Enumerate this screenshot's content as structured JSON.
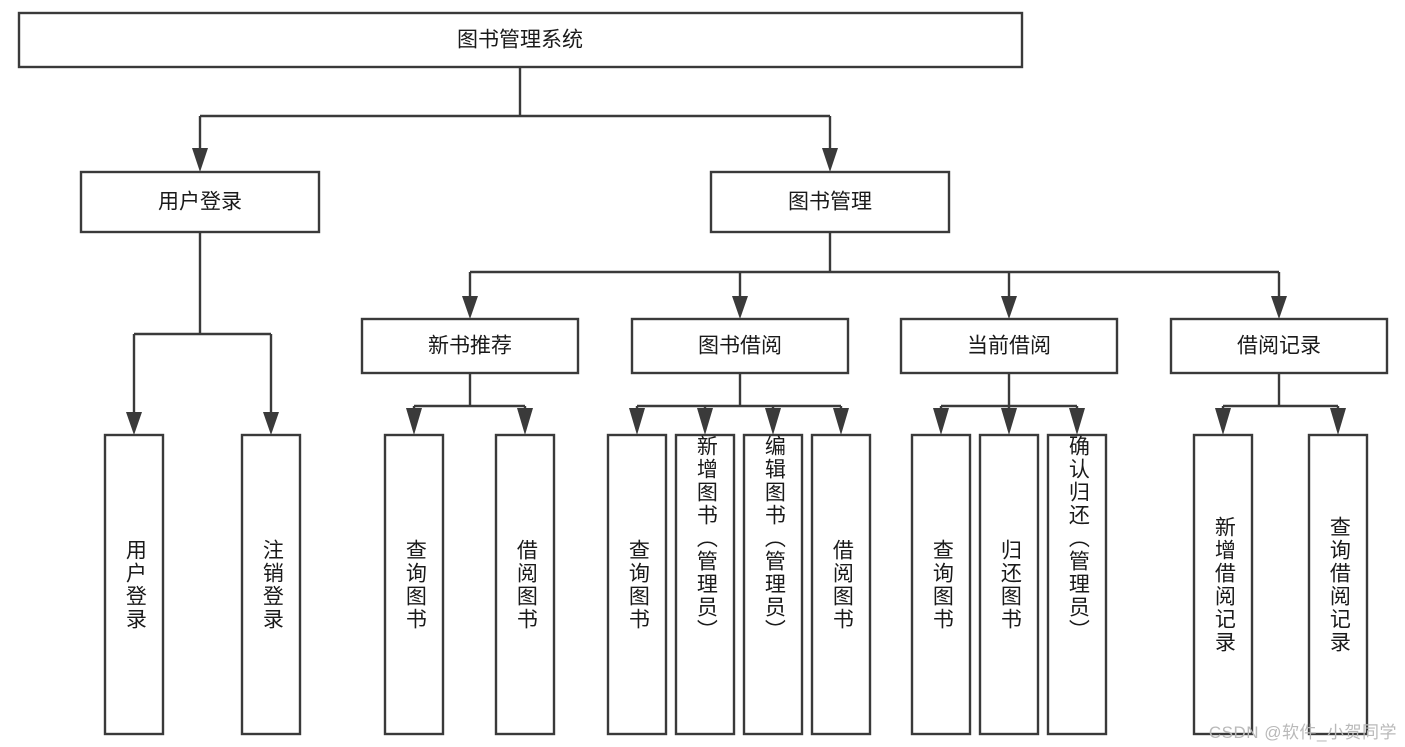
{
  "diagram": {
    "title": "图书管理系统",
    "type": "tree",
    "orientation": "top-down",
    "colors": {
      "box_fill": "#ffffff",
      "box_stroke": "#3a3a3a",
      "text": "#1a1a1a",
      "background": "#ffffff",
      "watermark": "#b9b9b9"
    },
    "root": {
      "label": "图书管理系统"
    },
    "level2": [
      {
        "id": "user-login",
        "label": "用户登录"
      },
      {
        "id": "book-management",
        "label": "图书管理"
      }
    ],
    "level3": [
      {
        "id": "new-book-recommend",
        "label": "新书推荐",
        "parent": "book-management"
      },
      {
        "id": "book-borrow",
        "label": "图书借阅",
        "parent": "book-management"
      },
      {
        "id": "current-borrow",
        "label": "当前借阅",
        "parent": "book-management"
      },
      {
        "id": "borrow-record",
        "label": "借阅记录",
        "parent": "book-management"
      }
    ],
    "leaves": [
      {
        "id": "leaf-user-login",
        "label": "用户登录",
        "parent": "user-login"
      },
      {
        "id": "leaf-logout-login",
        "label": "注销登录",
        "parent": "user-login"
      },
      {
        "id": "leaf-query-book-1",
        "label": "查询图书",
        "parent": "new-book-recommend"
      },
      {
        "id": "leaf-borrow-book-1",
        "label": "借阅图书",
        "parent": "new-book-recommend"
      },
      {
        "id": "leaf-query-book-2",
        "label": "查询图书",
        "parent": "book-borrow"
      },
      {
        "id": "leaf-add-book-admin",
        "label": "新增图书（管理员）",
        "parent": "book-borrow"
      },
      {
        "id": "leaf-edit-book-admin",
        "label": "编辑图书（管理员）",
        "parent": "book-borrow"
      },
      {
        "id": "leaf-borrow-book-2",
        "label": "借阅图书",
        "parent": "book-borrow"
      },
      {
        "id": "leaf-query-book-3",
        "label": "查询图书",
        "parent": "current-borrow"
      },
      {
        "id": "leaf-return-book",
        "label": "归还图书",
        "parent": "current-borrow"
      },
      {
        "id": "leaf-confirm-return-admin",
        "label": "确认归还（管理员）",
        "parent": "current-borrow"
      },
      {
        "id": "leaf-add-borrow-record",
        "label": "新增借阅记录",
        "parent": "borrow-record"
      },
      {
        "id": "leaf-query-borrow-record",
        "label": "查询借阅记录",
        "parent": "borrow-record"
      }
    ],
    "watermark": "CSDN @软件_小贺同学"
  }
}
